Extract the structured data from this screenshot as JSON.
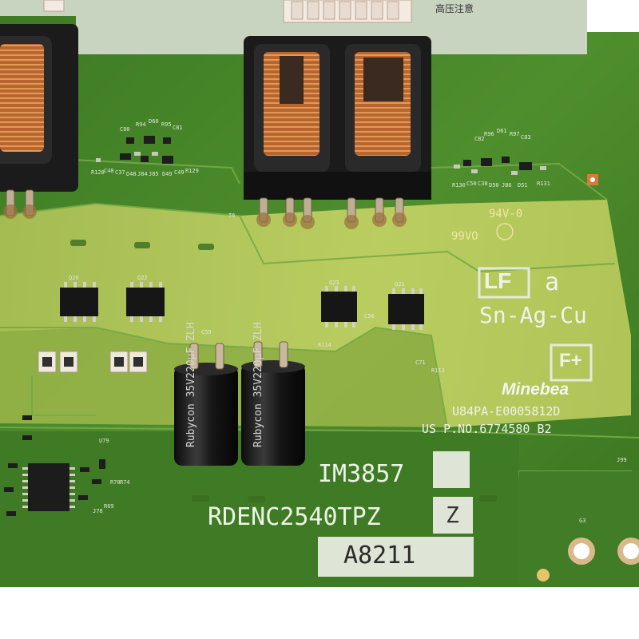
{
  "photo": {
    "description_free": true,
    "board_color": "#4e8a2c",
    "pale_zone_color": "#c9d86a",
    "warning_text": "高压注意",
    "component_labels": [
      "C80",
      "R94",
      "D60",
      "R95",
      "C81",
      "R128",
      "C48",
      "C37",
      "D48",
      "J84",
      "J85",
      "D49",
      "C49",
      "R129",
      "R130",
      "C82",
      "R96",
      "D61",
      "R97",
      "C83",
      "C50",
      "C38",
      "D50",
      "J86",
      "D51",
      "R131",
      "T6",
      "Q20",
      "Q21",
      "Q22",
      "Q23",
      "C56",
      "C59",
      "R114",
      "R113",
      "C71",
      "J78",
      "R69",
      "R70",
      "R74",
      "U79",
      "J99",
      "G3"
    ],
    "ul_mark": "94V-0",
    "ul_code": "99VO",
    "lf_label": "LF",
    "lf_suffix": "a",
    "alloy": "Sn-Ag-Cu",
    "maker": "Minebea",
    "f_mark": "F+",
    "part_code": "U84PA-E0005812D",
    "patent": "US P.NO.6774580  B2",
    "board_id": "IM3857",
    "model": "RDENC2540TPZ",
    "rev": "Z",
    "serial": "A8211",
    "cap_brand": "Rubycon",
    "cap_rating": "35V220μF",
    "cap_series": "ZLH"
  }
}
